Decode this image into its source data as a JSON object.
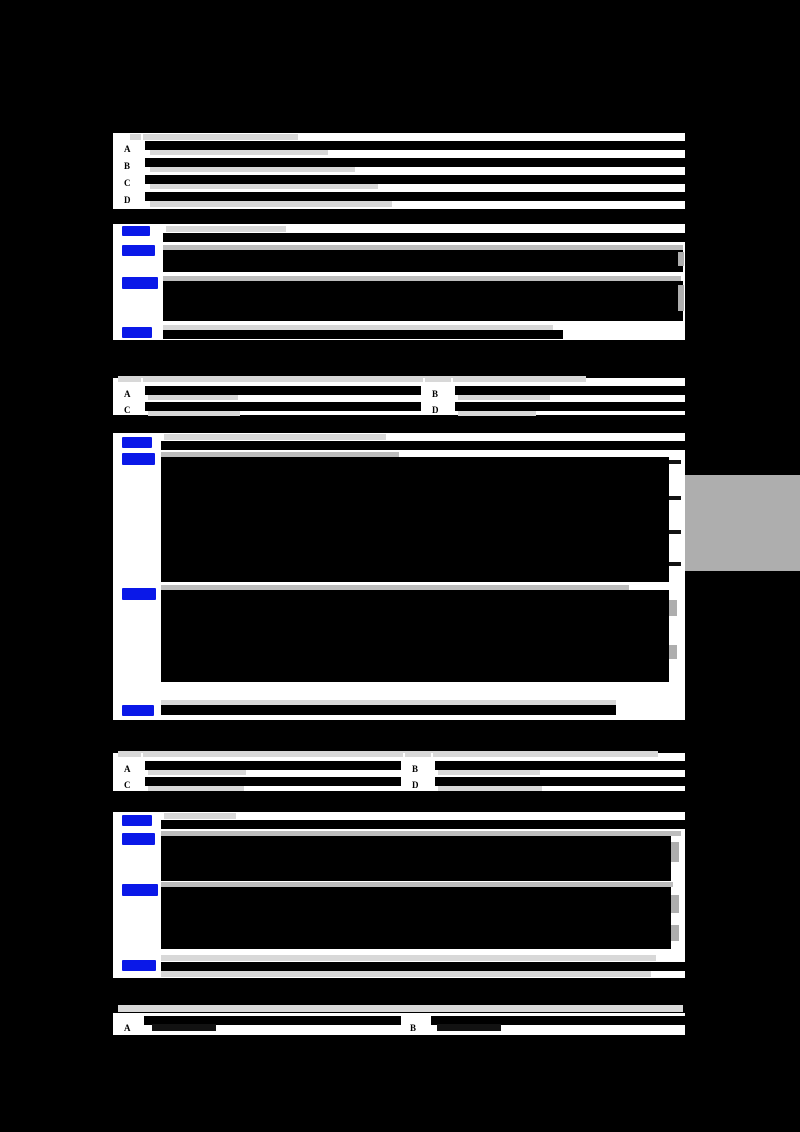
{
  "document": {
    "background_color": "#000000",
    "page_color": "#ffffff",
    "redaction_color": "#000000",
    "label_color": "#0a18e8",
    "highlight_color": "#aeaeae",
    "state": "redacted",
    "title": "Redacted exam page"
  },
  "sections": [
    {
      "id": "section-1",
      "kind": "option-list",
      "label": "",
      "options": [
        {
          "marker": "A",
          "text": ""
        },
        {
          "marker": "B",
          "text": ""
        },
        {
          "marker": "C",
          "text": ""
        },
        {
          "marker": "D",
          "text": ""
        }
      ]
    },
    {
      "id": "section-2",
      "kind": "labeled-block",
      "rows": [
        {
          "label": "",
          "text": ""
        },
        {
          "label": "",
          "text": ""
        },
        {
          "label": "",
          "text": ""
        },
        {
          "label": "",
          "text": ""
        }
      ]
    },
    {
      "id": "section-3",
      "kind": "option-grid",
      "columns": 2,
      "options": [
        {
          "marker": "A",
          "text": ""
        },
        {
          "marker": "B",
          "text": ""
        },
        {
          "marker": "C",
          "text": ""
        },
        {
          "marker": "D",
          "text": ""
        }
      ]
    },
    {
      "id": "section-4",
      "kind": "labeled-block",
      "rows": [
        {
          "label": "",
          "text": ""
        },
        {
          "label": "",
          "text": ""
        },
        {
          "label": "",
          "text": ""
        },
        {
          "label": "",
          "text": ""
        }
      ]
    },
    {
      "id": "section-5",
      "kind": "option-grid",
      "columns": 2,
      "options": [
        {
          "marker": "A",
          "text": ""
        },
        {
          "marker": "B",
          "text": ""
        },
        {
          "marker": "C",
          "text": ""
        },
        {
          "marker": "D",
          "text": ""
        }
      ]
    },
    {
      "id": "section-6",
      "kind": "labeled-block",
      "rows": [
        {
          "label": "",
          "text": ""
        },
        {
          "label": "",
          "text": ""
        },
        {
          "label": "",
          "text": ""
        },
        {
          "label": "",
          "text": ""
        }
      ]
    },
    {
      "id": "section-7",
      "kind": "option-grid",
      "columns": 2,
      "options": [
        {
          "marker": "A",
          "text": ""
        },
        {
          "marker": "B",
          "text": ""
        }
      ]
    }
  ],
  "markers": {
    "a": "A",
    "b": "B",
    "c": "C",
    "d": "D"
  }
}
